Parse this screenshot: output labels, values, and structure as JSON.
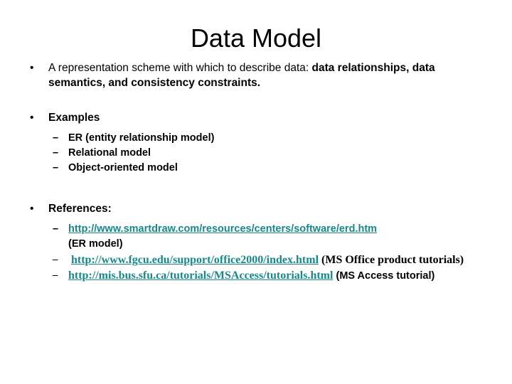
{
  "slide": {
    "title": "Data Model",
    "markers": {
      "bullet": "•",
      "dash": "–"
    },
    "link_color": "#17888a",
    "text_color": "#000000",
    "background_color": "#ffffff"
  },
  "definition": {
    "normal_part": "A representation scheme with which to describe data: ",
    "bold_part": "data relationships, data semantics, and consistency constraints."
  },
  "examples": {
    "heading": "Examples",
    "items": [
      "ER (entity relationship model)",
      "Relational model",
      "Object-oriented model"
    ]
  },
  "references": {
    "heading": "References:",
    "items": [
      {
        "url": "http://www.smartdraw.com/resources/centers/software/erd.htm",
        "note": "(ER model)"
      },
      {
        "url": " http://www.fgcu.edu/support/office2000/index.html",
        "note": "(MS Office product tutorials)"
      },
      {
        "url": "http://mis.bus.sfu.ca/tutorials/MSAccess/tutorials.html",
        "note": "(MS Access tutorial)"
      }
    ]
  }
}
